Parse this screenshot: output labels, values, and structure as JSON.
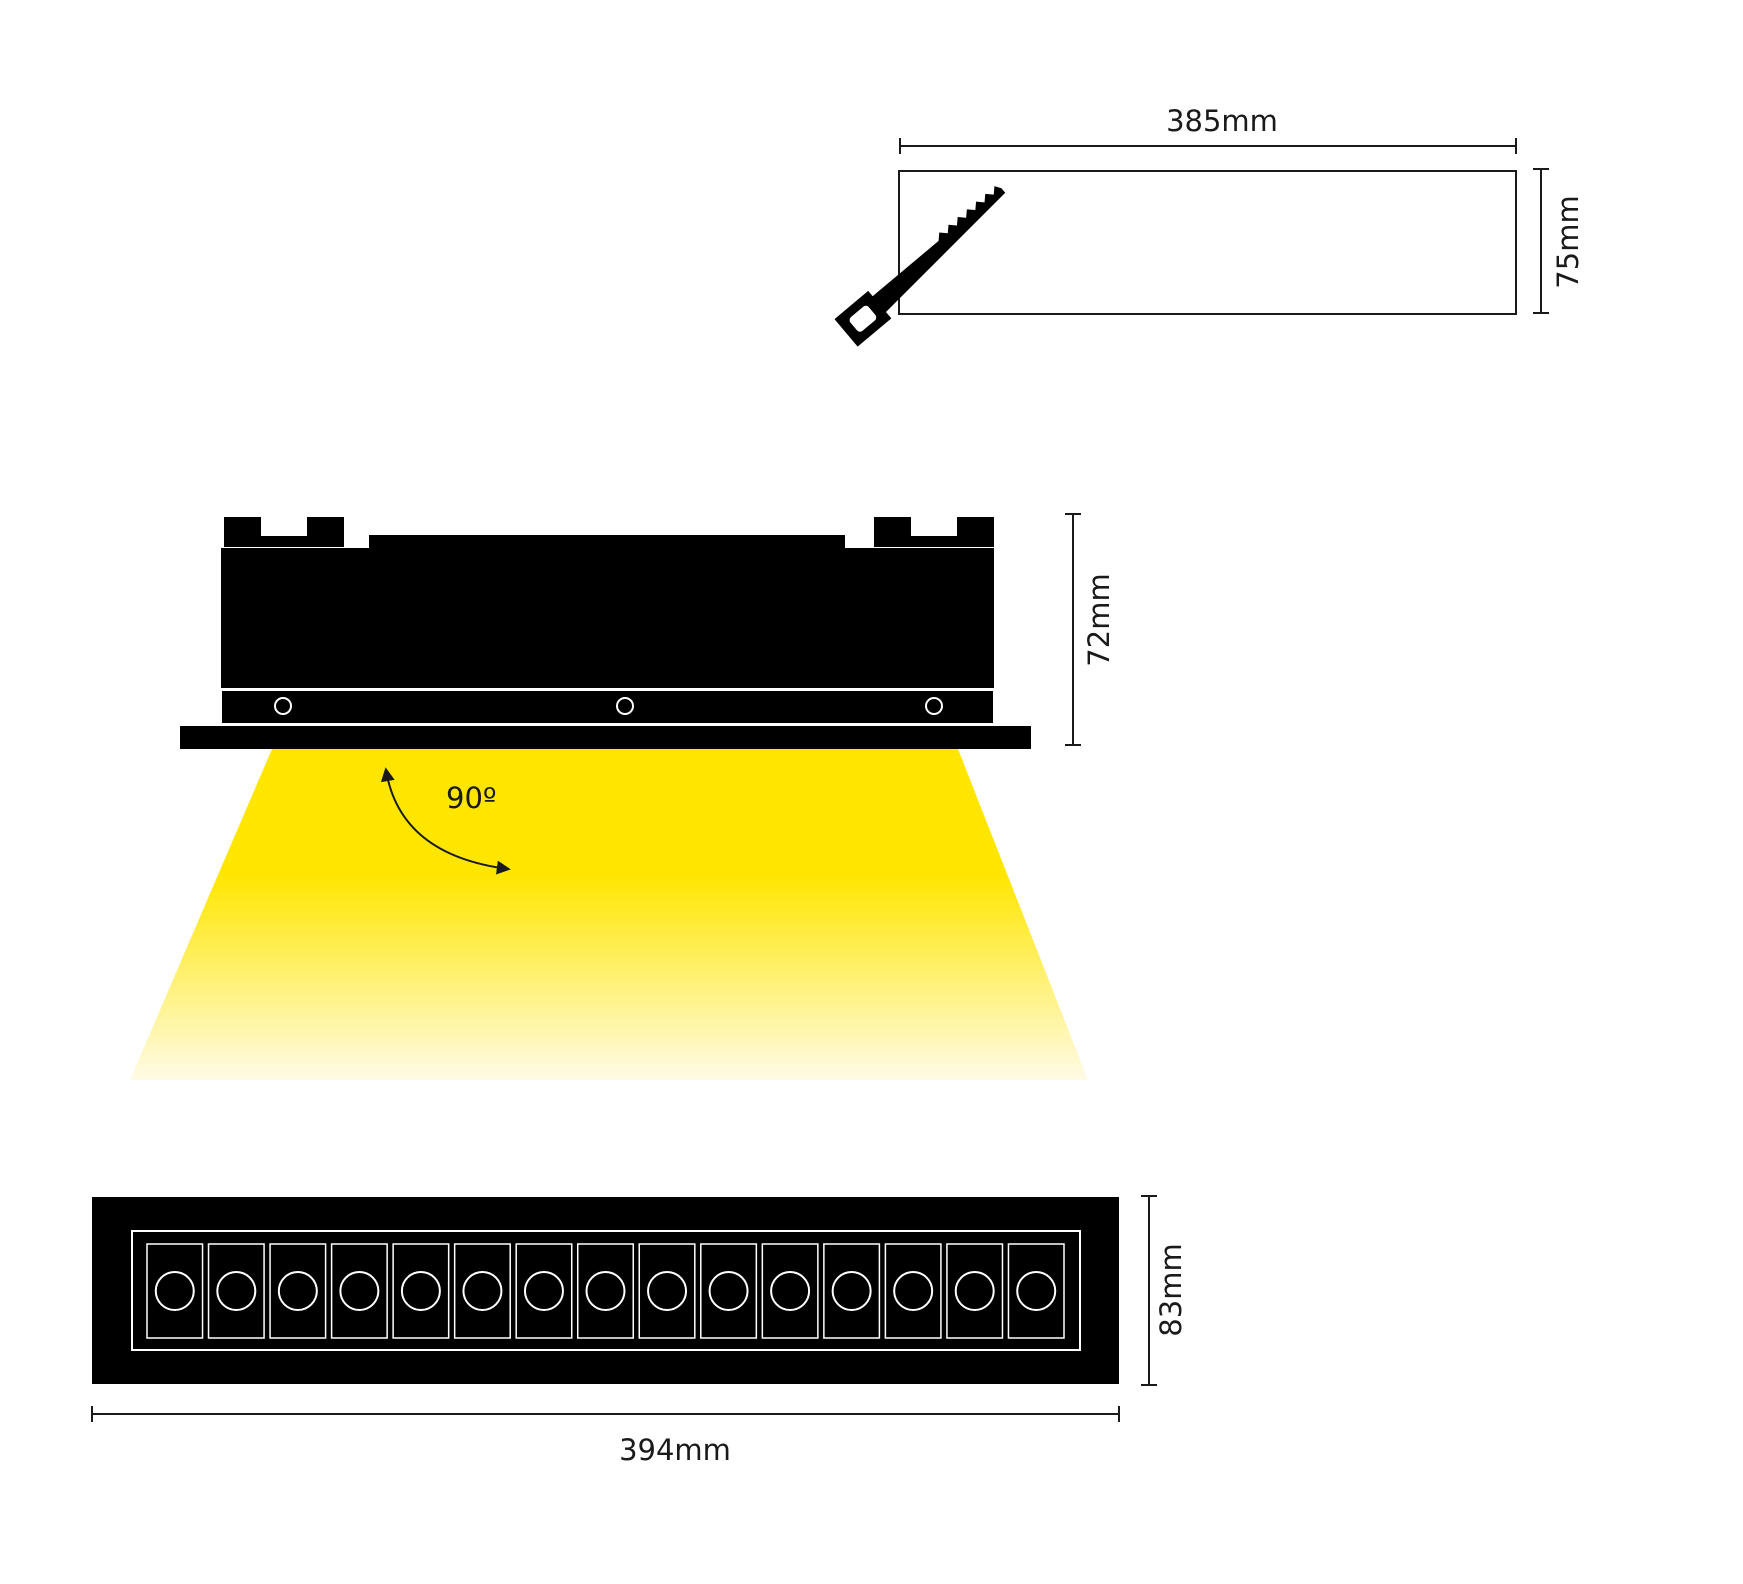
{
  "cutout": {
    "width_label": "385mm",
    "height_label": "75mm"
  },
  "side_view": {
    "height_label": "72mm",
    "beam_angle_label": "90º",
    "beam_color": "#ffe600"
  },
  "front_view": {
    "width_label": "394mm",
    "height_label": "83mm",
    "led_count": 15
  },
  "icons": {
    "saw": "saw-icon"
  }
}
